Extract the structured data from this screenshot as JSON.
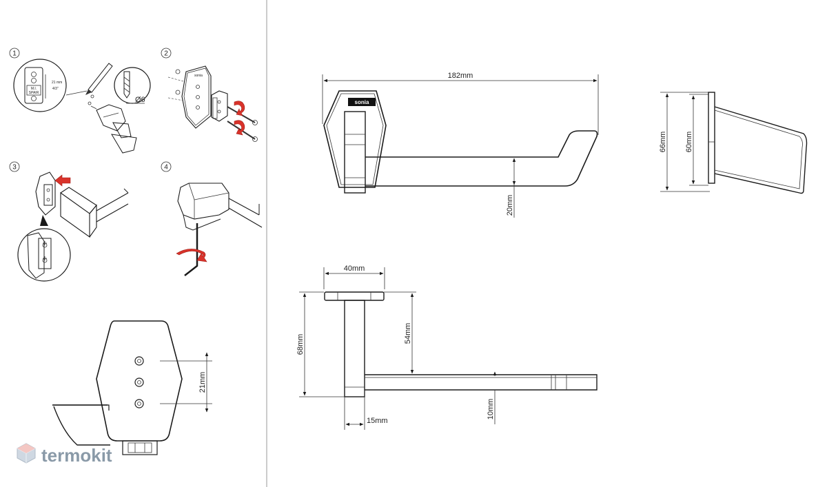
{
  "steps": [
    "1",
    "2",
    "3",
    "4"
  ],
  "step1": {
    "hole_distance": "21 mm",
    "hole_distance_imperial": "4/3\"",
    "label_text": [
      "M.I.",
      "SPAIR"
    ],
    "drill_diameter": "Ø6"
  },
  "mount_plate": {
    "hole_spacing": "21mm"
  },
  "front_view": {
    "width": "182mm",
    "arm_height": "20mm",
    "logo": "sonia"
  },
  "side_view": {
    "outer_height": "66mm",
    "inner_height": "60mm"
  },
  "top_view": {
    "plate_width": "40mm",
    "overall_depth": "68mm",
    "arm_offset": "54mm",
    "post_width": "15mm",
    "arm_thickness": "10mm"
  },
  "watermark": {
    "text": "termokit"
  },
  "colors": {
    "arrow_red": "#d9332b",
    "line": "#1a1a1a",
    "watermark": "#8a9aa8",
    "divider": "#9a9a9a"
  }
}
